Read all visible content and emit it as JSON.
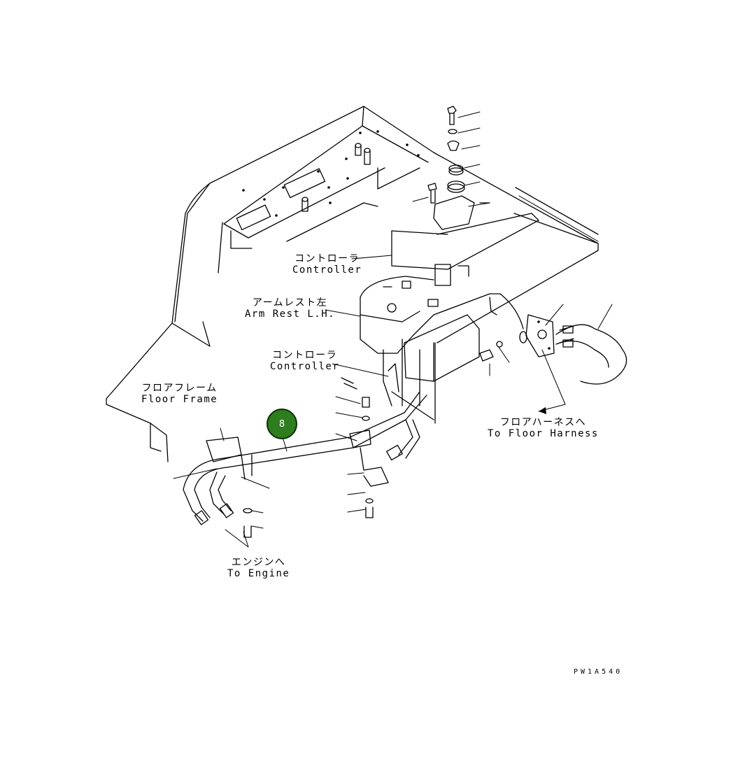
{
  "labels": {
    "controller_top": {
      "jp": "コントローラ",
      "en": "Controller"
    },
    "arm_rest": {
      "jp": "アームレスト左",
      "en": "Arm Rest L.H."
    },
    "controller_mid": {
      "jp": "コントローラ",
      "en": "Controller"
    },
    "floor_frame": {
      "jp": "フロアフレーム",
      "en": "Floor Frame"
    },
    "floor_harness": {
      "jp": "フロアハーネスへ",
      "en": "To Floor Harness"
    },
    "engine": {
      "jp": "エンジンへ",
      "en": "To Engine"
    }
  },
  "callout": {
    "number": "8",
    "color": "#2e7d1e"
  },
  "drawing_code": "PW1A540"
}
